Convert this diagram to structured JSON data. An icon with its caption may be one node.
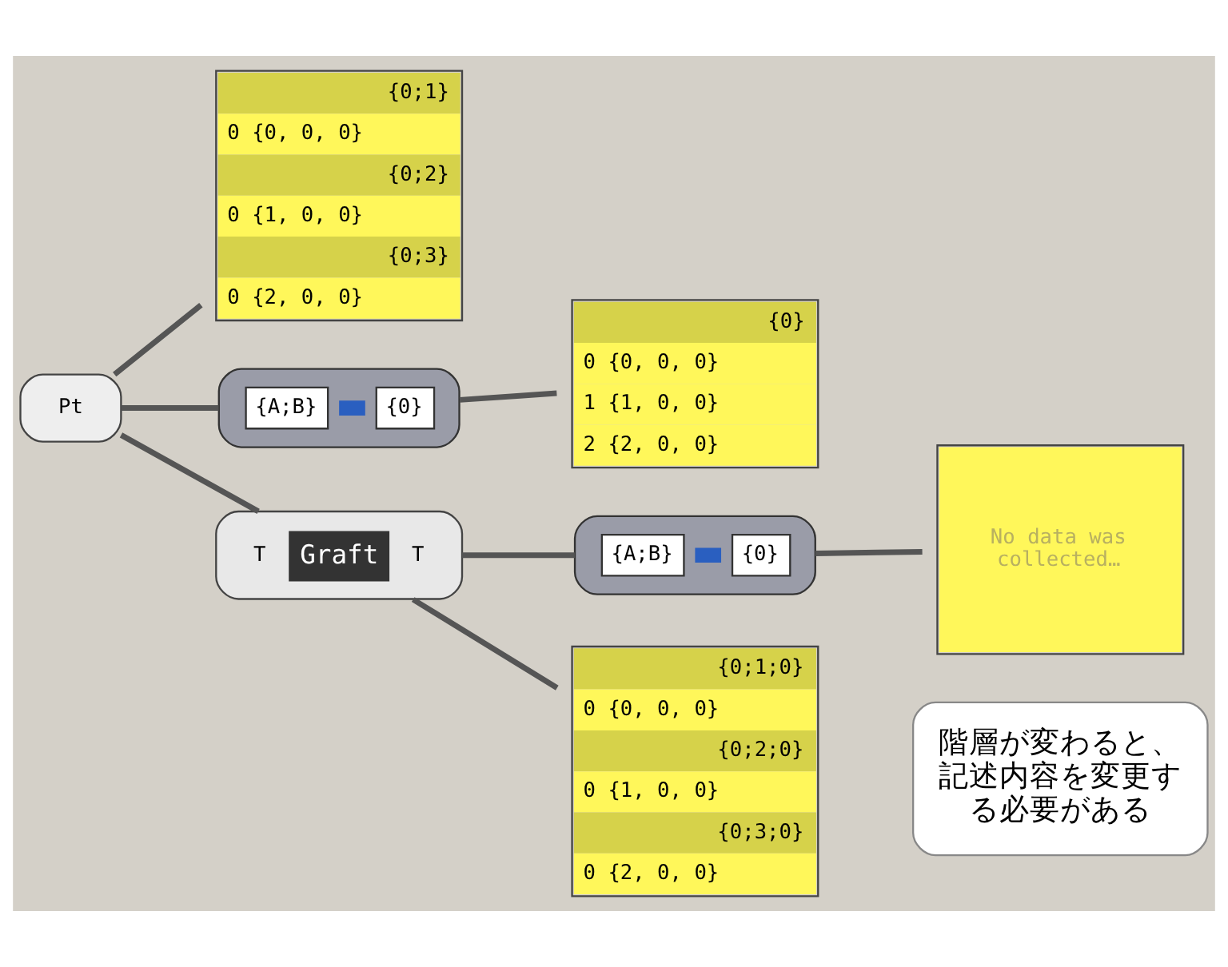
{
  "diagram": {
    "nodes": [
      {
        "text": [
          "Pt"
        ]
      },
      {
        "text": [
          "{0;1}",
          "0 {0, 0, 0}",
          "{0;2}",
          "0 {1, 0, 0}",
          "{0;3}",
          "0 {2, 0, 0}"
        ]
      },
      {
        "text": [
          "{A;B}",
          "{0}"
        ]
      },
      {
        "text": [
          "{0}",
          "0 {0, 0, 0}",
          "1 {1, 0, 0}",
          "2 {2, 0, 0}"
        ]
      },
      {
        "text": [
          "T",
          "Graft",
          "T"
        ]
      },
      {
        "text": [
          "{A;B}",
          "{0}"
        ]
      },
      {
        "text": [
          "No data was collected…"
        ]
      },
      {
        "text": [
          "{0;1;0}",
          "0 {0, 0, 0}",
          "{0;2;0}",
          "0 {1, 0, 0}",
          "{0;3;0}",
          "0 {2, 0, 0}"
        ]
      },
      {
        "text": [
          "階層が変わると、記述内容を変更する必要がある"
        ]
      }
    ],
    "edges": [
      {
        "from": 0,
        "to": 1,
        "arrow": "none"
      },
      {
        "from": 0,
        "to": 2,
        "arrow": "none"
      },
      {
        "from": 0,
        "to": 4,
        "arrow": "none"
      },
      {
        "from": 2,
        "to": 3,
        "arrow": "none"
      },
      {
        "from": 4,
        "to": 5,
        "arrow": "none"
      },
      {
        "from": 4,
        "to": 7,
        "arrow": "none"
      },
      {
        "from": 5,
        "to": 6,
        "arrow": "none"
      }
    ]
  }
}
